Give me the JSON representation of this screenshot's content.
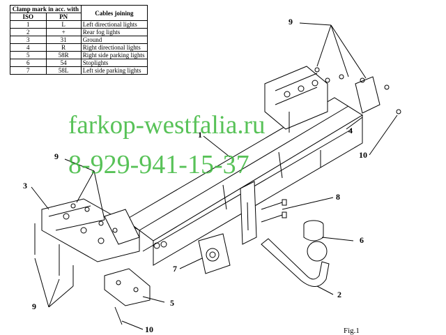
{
  "table": {
    "header_clamp": "Clamp mark in acc. with",
    "header_iso": "ISO",
    "header_pn": "PN",
    "header_cables": "Cables joining",
    "rows": [
      {
        "iso": "1",
        "pn": "L",
        "cable": "Left directional lights"
      },
      {
        "iso": "2",
        "pn": "+",
        "cable": "Rear fog lights"
      },
      {
        "iso": "3",
        "pn": "31",
        "cable": "Ground"
      },
      {
        "iso": "4",
        "pn": "R",
        "cable": "Right directional lights"
      },
      {
        "iso": "5",
        "pn": "58R",
        "cable": "Right side parking lights"
      },
      {
        "iso": "6",
        "pn": "54",
        "cable": "Stoplights"
      },
      {
        "iso": "7",
        "pn": "58L",
        "cable": "Left side parking lights"
      }
    ]
  },
  "watermark": {
    "site": "farkop-westfalia.ru",
    "phone": "8-929-941-15-37"
  },
  "callouts": {
    "c9_top": "9",
    "c1": "1",
    "c4": "4",
    "c10_right": "10",
    "c9_left": "9",
    "c3": "3",
    "c8": "8",
    "c6": "6",
    "c7": "7",
    "c2": "2",
    "c5": "5",
    "c9_bottom": "9",
    "c10_bottom": "10"
  },
  "figure_caption": "Fig.1",
  "colors": {
    "line": "#000000",
    "watermark": "#3cb83c",
    "background": "#ffffff"
  }
}
